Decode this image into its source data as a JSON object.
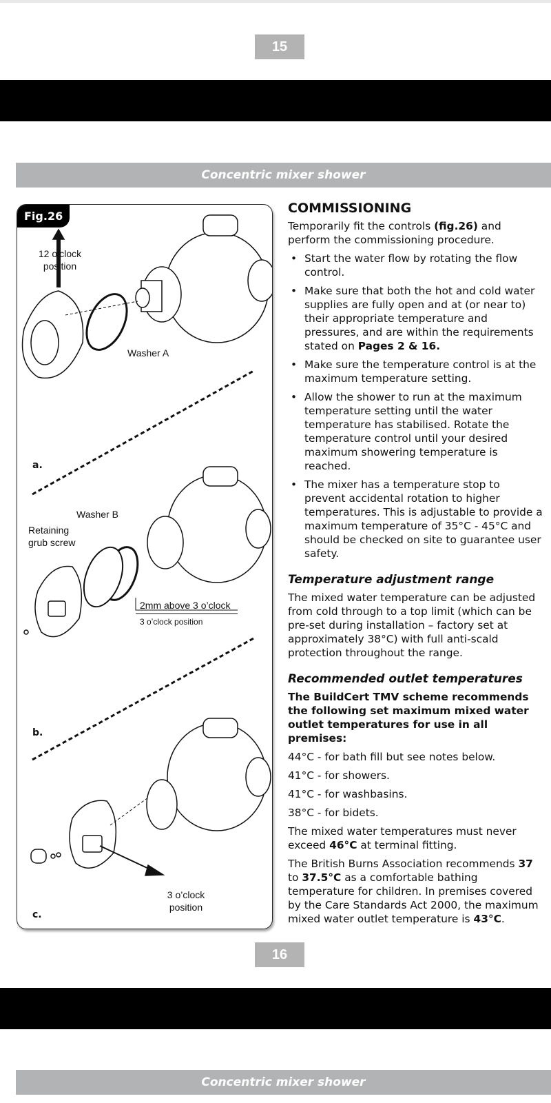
{
  "page_top": {
    "number": "15"
  },
  "section_header": "Concentric mixer shower",
  "figure": {
    "tag": "Fig.26",
    "steps": [
      "a.",
      "b.",
      "c."
    ],
    "labels": {
      "twelve_oclock": "12 o’clock position",
      "washer_a": "Washer A",
      "washer_b": "Washer B",
      "grub_screw": "Retaining grub screw",
      "two_mm": "2mm above 3 o’clock",
      "three_oclock_small": "3 o’clock position",
      "three_oclock": "3 o’clock position"
    }
  },
  "content": {
    "heading": "COMMISSIONING",
    "intro_a": "Temporarily fit the controls ",
    "intro_ref": "(fig.26)",
    "intro_b": " and perform the commissioning procedure.",
    "bullets": [
      "Start the water flow by rotating the flow control.",
      "Make sure that both the hot and cold water supplies are fully open and at (or near to) their appropriate temperature and pressures, and are within the requirements stated on ",
      "Make sure the temperature control is at the maximum temperature setting.",
      "Allow the shower to run at the maximum temperature setting until the water temperature has stabilised. Rotate the temperature control until your desired maximum showering temperature is reached.",
      "The mixer has a temperature stop to prevent accidental rotation to higher temperatures. This is adjustable to provide a maximum temperature of 35°C - 45°C and should be checked on site to guarantee user safety."
    ],
    "bullet2_bold": "Pages 2 & 16.",
    "range_heading": "Temperature adjustment range",
    "range_text": "The mixed water temperature can be adjusted from cold through to a top limit (which can be pre-set during installation – factory set at approximately 38°C) with full anti-scald protection throughout the range.",
    "outlet_heading": "Recommended outlet temperatures",
    "outlet_bold": "The BuildCert TMV scheme recommends the following set maximum mixed water outlet temperatures for use in all premises:",
    "temps": [
      "44°C - for bath fill but see notes below.",
      "41°C - for showers.",
      "41°C - for washbasins.",
      "38°C - for bidets."
    ],
    "never_a": "The mixed water temperatures must never exceed ",
    "never_b": "46°C",
    "never_c": " at terminal fitting.",
    "bba_a": "The British Burns Association recommends ",
    "bba_b": "37",
    "bba_c": " to ",
    "bba_d": "37.5°C",
    "bba_e": " as a comfortable bathing temperature for children. In premises covered by the Care Standards Act 2000, the maximum mixed water outlet temperature is ",
    "bba_f": "43°C",
    "bba_g": "."
  },
  "page_bottom": {
    "number": "16"
  },
  "next_header": "Concentric mixer shower"
}
